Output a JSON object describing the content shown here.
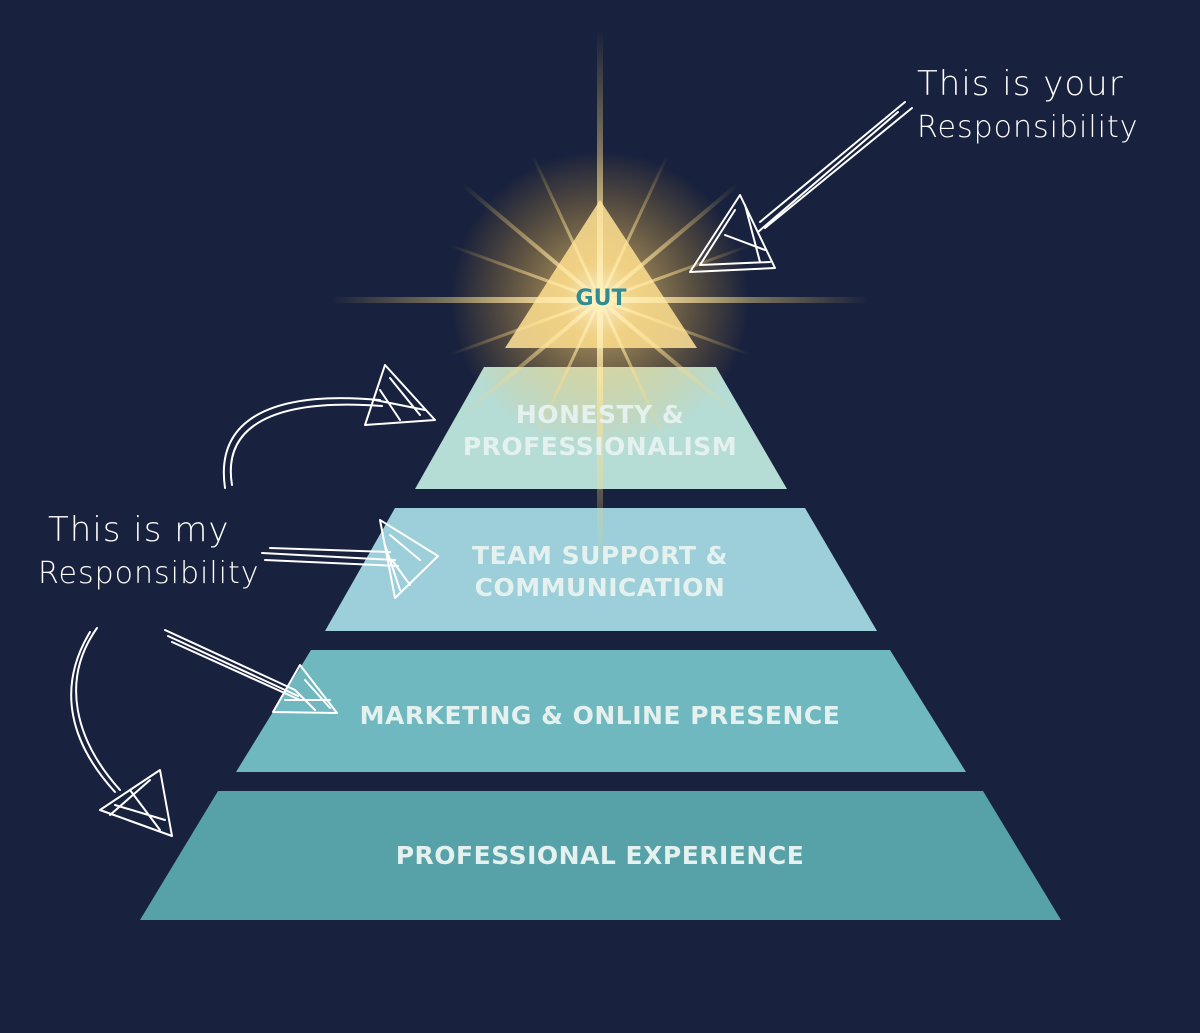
{
  "pyramid": {
    "tiers": [
      {
        "label_lines": [
          "GUT"
        ],
        "color": "#e8d9a8"
      },
      {
        "label_lines": [
          "HONESTY &",
          "PROFESSIONALISM"
        ],
        "color": "#b6dcd6"
      },
      {
        "label_lines": [
          "TEAM SUPPORT &",
          "COMMUNICATION"
        ],
        "color": "#9ccfd9"
      },
      {
        "label_lines": [
          "MARKETING & ONLINE PRESENCE"
        ],
        "color": "#70b8bf"
      },
      {
        "label_lines": [
          "PROFESSIONAL EXPERIENCE"
        ],
        "color": "#57a2a8"
      }
    ]
  },
  "annotations": {
    "your": {
      "lines": [
        "This is your",
        "Responsibility"
      ]
    },
    "my": {
      "lines": [
        "This is my",
        "Responsibility"
      ]
    }
  },
  "colors": {
    "background": "#18213d",
    "text": "#e4f1ee",
    "gut_text": "#2f8b94"
  }
}
